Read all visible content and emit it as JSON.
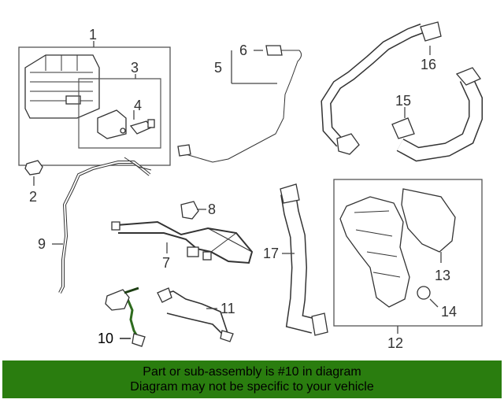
{
  "callouts": {
    "c1": "1",
    "c2": "2",
    "c3": "3",
    "c4": "4",
    "c5": "5",
    "c6": "6",
    "c7": "7",
    "c8": "8",
    "c9": "9",
    "c10": "10",
    "c11": "11",
    "c12": "12",
    "c13": "13",
    "c14": "14",
    "c15": "15",
    "c16": "16",
    "c17": "17"
  },
  "banner": {
    "line1": "Part or sub-assembly is #10 in diagram",
    "line2": "Diagram may not be specific to your vehicle"
  },
  "colors": {
    "banner_bg": "#2a7d0f",
    "highlight_part": "#2e6b1e"
  }
}
